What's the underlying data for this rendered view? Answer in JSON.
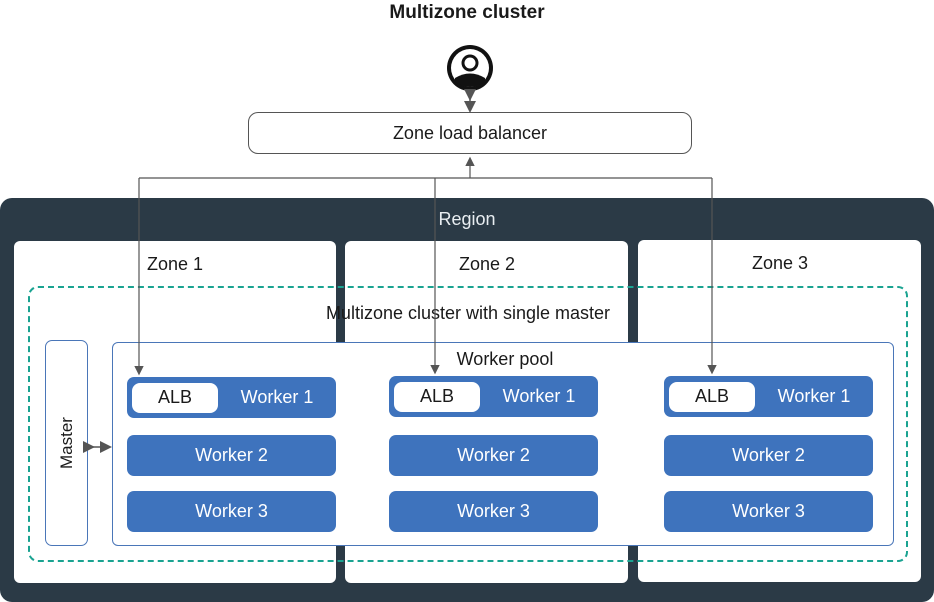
{
  "title": "Multizone cluster",
  "load_balancer": "Zone load balancer",
  "region": "Region",
  "zones": [
    {
      "label": "Zone 1",
      "alb": "ALB",
      "workers": [
        "Worker 1",
        "Worker 2",
        "Worker 3"
      ]
    },
    {
      "label": "Zone 2",
      "alb": "ALB",
      "workers": [
        "Worker 1",
        "Worker 2",
        "Worker 3"
      ]
    },
    {
      "label": "Zone 3",
      "alb": "ALB",
      "workers": [
        "Worker 1",
        "Worker 2",
        "Worker 3"
      ]
    }
  ],
  "cluster_label": "Multizone cluster with single master",
  "worker_pool_label": "Worker pool",
  "master_label": "Master",
  "icons": {
    "user": "user-icon"
  },
  "colors": {
    "region": "#2b3a46",
    "worker": "#3e73bd",
    "cluster_border": "#1aa391"
  }
}
